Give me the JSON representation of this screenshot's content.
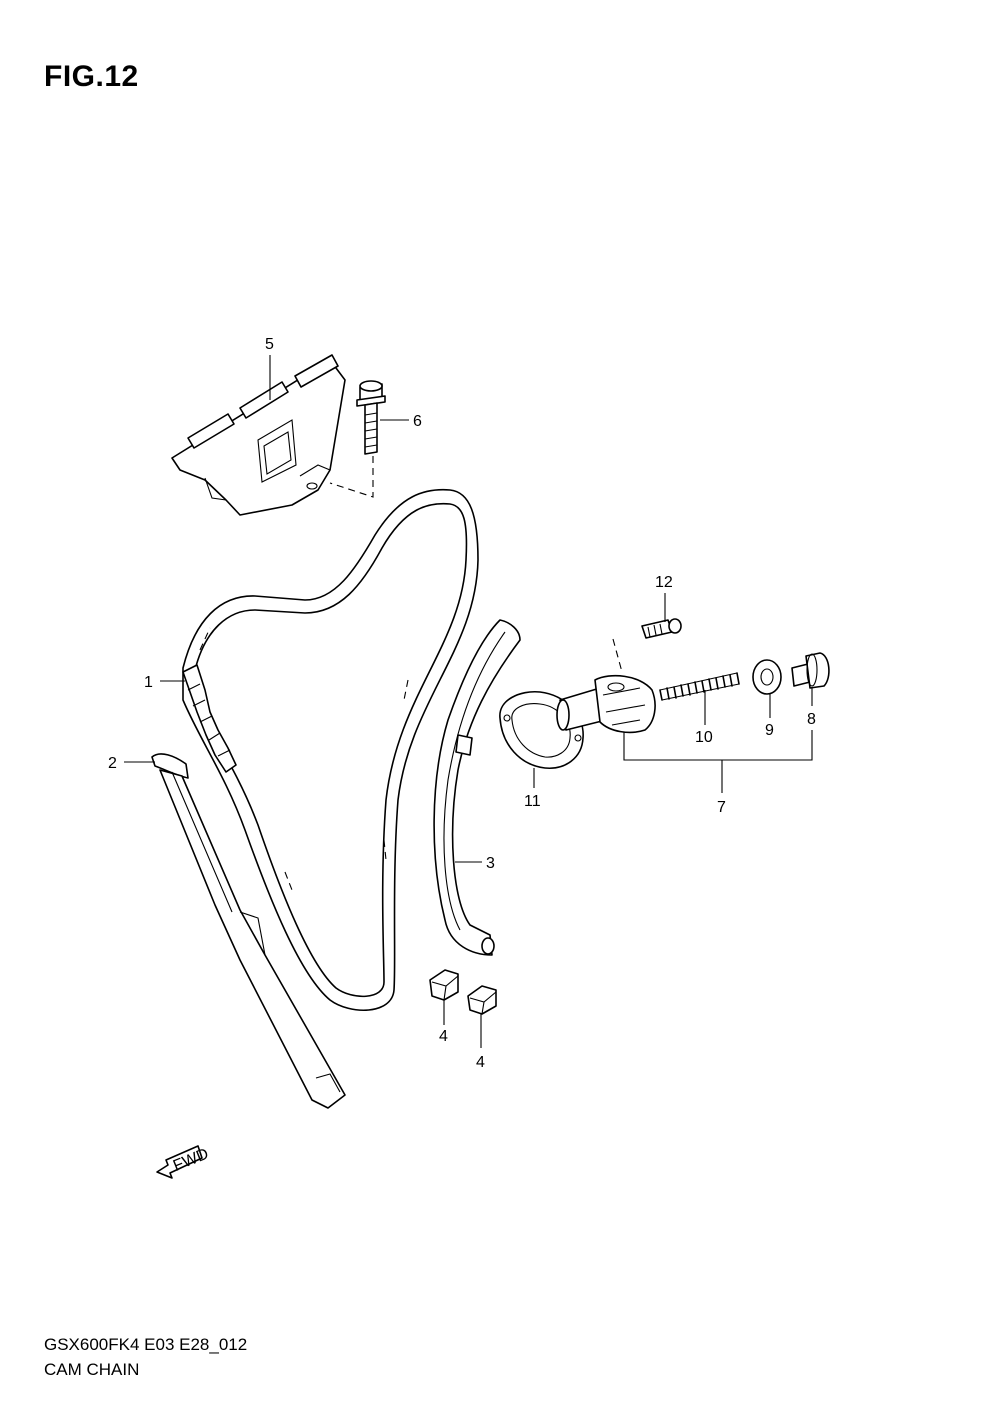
{
  "figure": {
    "title": "FIG.12",
    "model_code": "GSX600FK4 E03 E28_012",
    "section_name": "CAM CHAIN"
  },
  "fwd_marker": "FWD",
  "callouts": [
    {
      "id": "1",
      "label": "1"
    },
    {
      "id": "2",
      "label": "2"
    },
    {
      "id": "3",
      "label": "3"
    },
    {
      "id": "4a",
      "label": "4"
    },
    {
      "id": "4b",
      "label": "4"
    },
    {
      "id": "5",
      "label": "5"
    },
    {
      "id": "6",
      "label": "6"
    },
    {
      "id": "7",
      "label": "7"
    },
    {
      "id": "8",
      "label": "8"
    },
    {
      "id": "9",
      "label": "9"
    },
    {
      "id": "10",
      "label": "10"
    },
    {
      "id": "11",
      "label": "11"
    },
    {
      "id": "12",
      "label": "12"
    }
  ]
}
